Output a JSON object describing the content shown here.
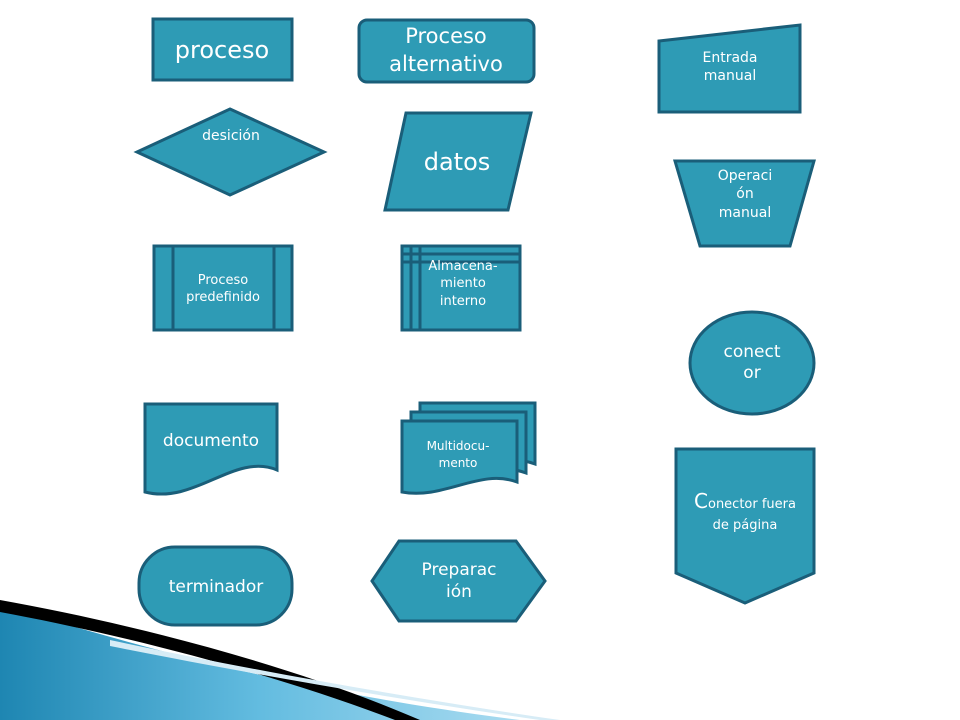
{
  "colors": {
    "fill": "#2E9BB5",
    "stroke": "#1A5E79",
    "text": "#FFFFFF",
    "accent_dark": "#0E3A52",
    "accent_light": "#5FB7D8"
  },
  "shapes": {
    "proceso": {
      "label": "proceso"
    },
    "proceso_alternativo": {
      "line1": "Proceso",
      "line2": "alternativo"
    },
    "entrada_manual": {
      "line1": "Entrada",
      "line2": "manual"
    },
    "desicion": {
      "label": "desición"
    },
    "datos": {
      "label": "datos"
    },
    "operacion_manual": {
      "line1": "Operaci",
      "line2": "ón",
      "line3": "manual"
    },
    "proceso_predefinido": {
      "line1": "Proceso",
      "line2": "predefinido"
    },
    "almacenamiento_interno": {
      "line1": "Almacena-",
      "line2": "miento",
      "line3": "interno"
    },
    "conector": {
      "line1": "conect",
      "line2": "or"
    },
    "documento": {
      "label": "documento"
    },
    "multidocumento": {
      "line1": "Multidocu-",
      "line2": "mento"
    },
    "conector_fuera": {
      "cap": "C",
      "line1_rest": "onector fuera",
      "line2": "de página"
    },
    "terminador": {
      "label": "terminador"
    },
    "preparacion": {
      "line1": "Preparac",
      "line2": "ión"
    }
  }
}
